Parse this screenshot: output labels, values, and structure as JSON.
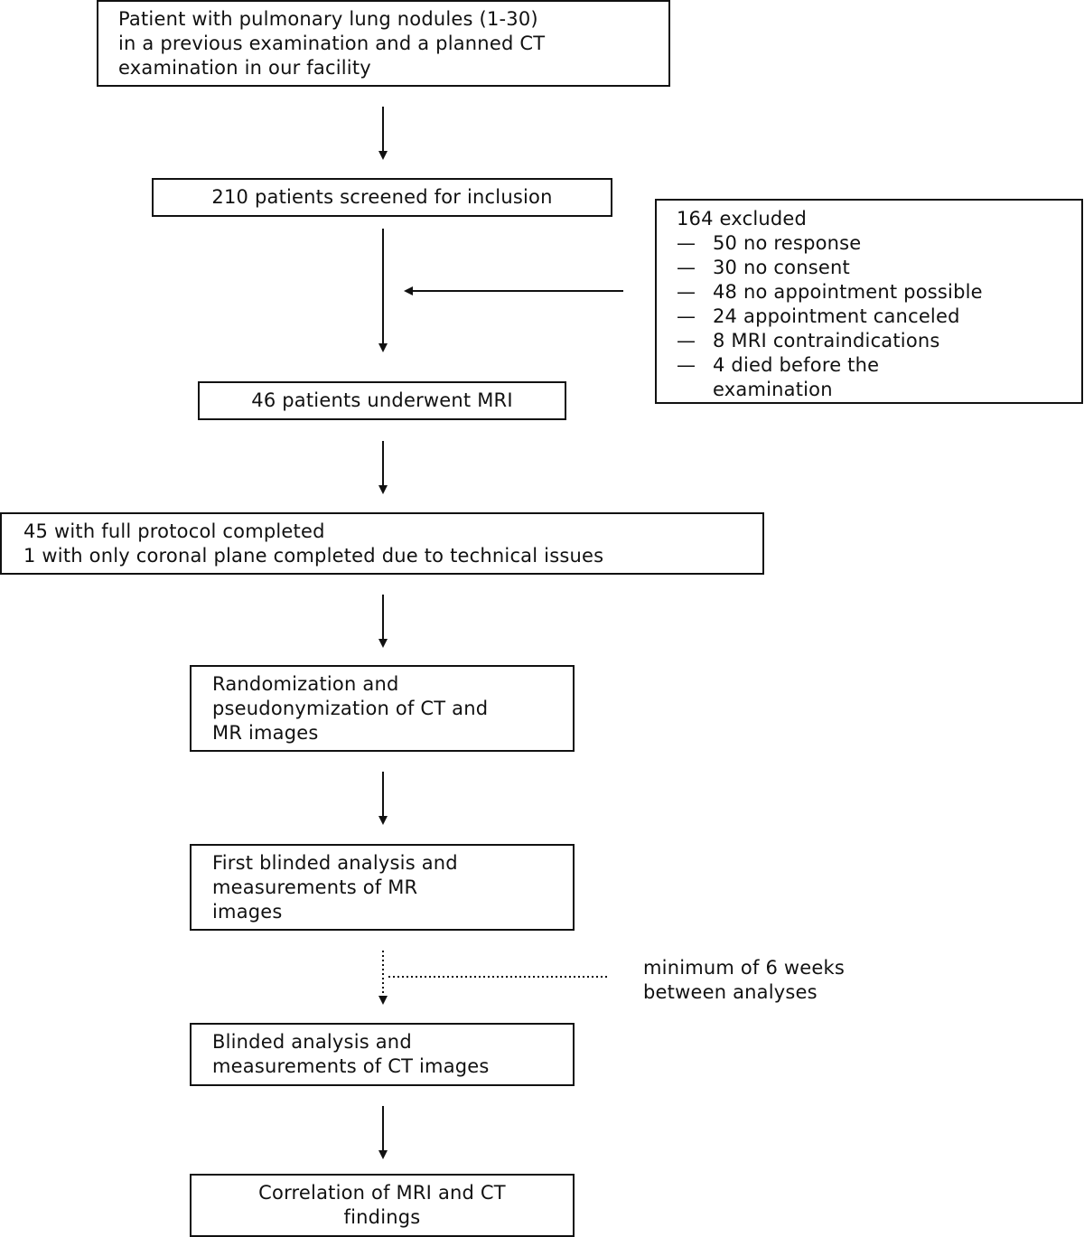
{
  "flow": {
    "step1": {
      "lines": [
        "Patient with pulmonary lung nodules (1-30)",
        "in a previous examination and a planned CT",
        "examination in our facility"
      ]
    },
    "step2": {
      "lines": [
        "210 patients screened for inclusion"
      ]
    },
    "excluded": {
      "title": "164 excluded",
      "items": [
        "50 no response",
        "30 no consent",
        "48 no appointment possible",
        "24 appointment canceled",
        "8 MRI contraindications",
        "4 died before the examination"
      ],
      "item6_lines": [
        "4 died before the",
        "examination"
      ]
    },
    "step3": {
      "lines": [
        "46 patients underwent MRI"
      ]
    },
    "step4": {
      "lines": [
        "45 with full protocol completed",
        "1 with only coronal plane completed due to technical issues"
      ]
    },
    "step5": {
      "lines": [
        "Randomization and",
        "pseudonymization of CT and",
        "MR images"
      ]
    },
    "step6": {
      "lines": [
        "First blinded analysis and",
        "measurements of MR",
        "images"
      ]
    },
    "note": {
      "lines": [
        "minimum of 6 weeks",
        "between analyses"
      ]
    },
    "step7": {
      "lines": [
        "Blinded analysis and",
        "measurements of CT images"
      ]
    },
    "step8": {
      "lines": [
        "Correlation of MRI and CT",
        "findings"
      ]
    }
  },
  "dash_glyph": "—"
}
